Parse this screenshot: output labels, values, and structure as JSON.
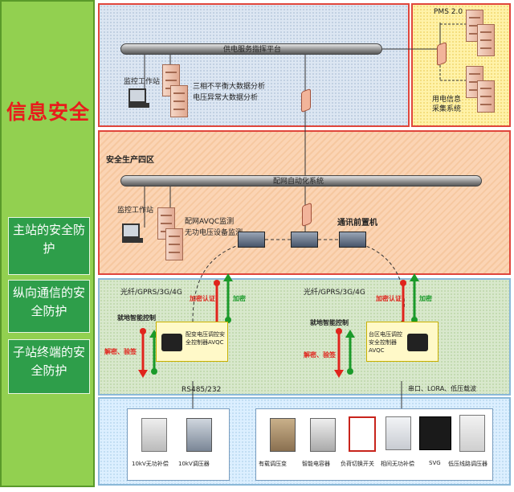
{
  "sidebar": {
    "title": "信息安全",
    "boxes": [
      "主站的安全防护",
      "纵向通信的安全防护",
      "子站终端的安全防护"
    ]
  },
  "top_zone": {
    "bus_label": "供电服务指挥平台",
    "workstation_label": "监控工作站",
    "server_label_1": "三相不平衡大数据分析",
    "server_label_2": "电压异常大数据分析"
  },
  "top_right_zone": {
    "pms_label": "PMS 2.0",
    "system_label": "用电信息采集系统"
  },
  "prod_zone": {
    "title": "安全生产四区",
    "bus_label": "配网自动化系统",
    "workstation_label": "监控工作站",
    "server_label_1": "配网AVQC监测",
    "server_label_2": "无功电压设备监测",
    "front_label": "通讯前置机"
  },
  "comm_zone": {
    "link_left": "光纤/GPRS/3G/4G",
    "link_right": "光纤/GPRS/3G/4G",
    "encrypt_label_left": "加密认证",
    "encrypt_label_right": "加密认证",
    "enc_left": "加密",
    "enc_right": "加密",
    "control_left": "就地智能控制",
    "control_right": "就地智能控制",
    "decrypt_left": "解密、验签",
    "decrypt_right": "解密、验签",
    "terminal_left": "配变电压调控安全控制器AVQC",
    "terminal_right": "台区电压调控安全控制器AVQC",
    "rs_label": "RS485/232",
    "serial_label": "串口、LORA、低压载波"
  },
  "dev_zone": {
    "left_devices": [
      "10kV无功补偿",
      "10kV调压器"
    ],
    "right_devices": [
      "有载调压变",
      "智能电容器",
      "负荷切换开关",
      "相间无功补偿",
      "SVG",
      "低压线路调压器"
    ]
  }
}
